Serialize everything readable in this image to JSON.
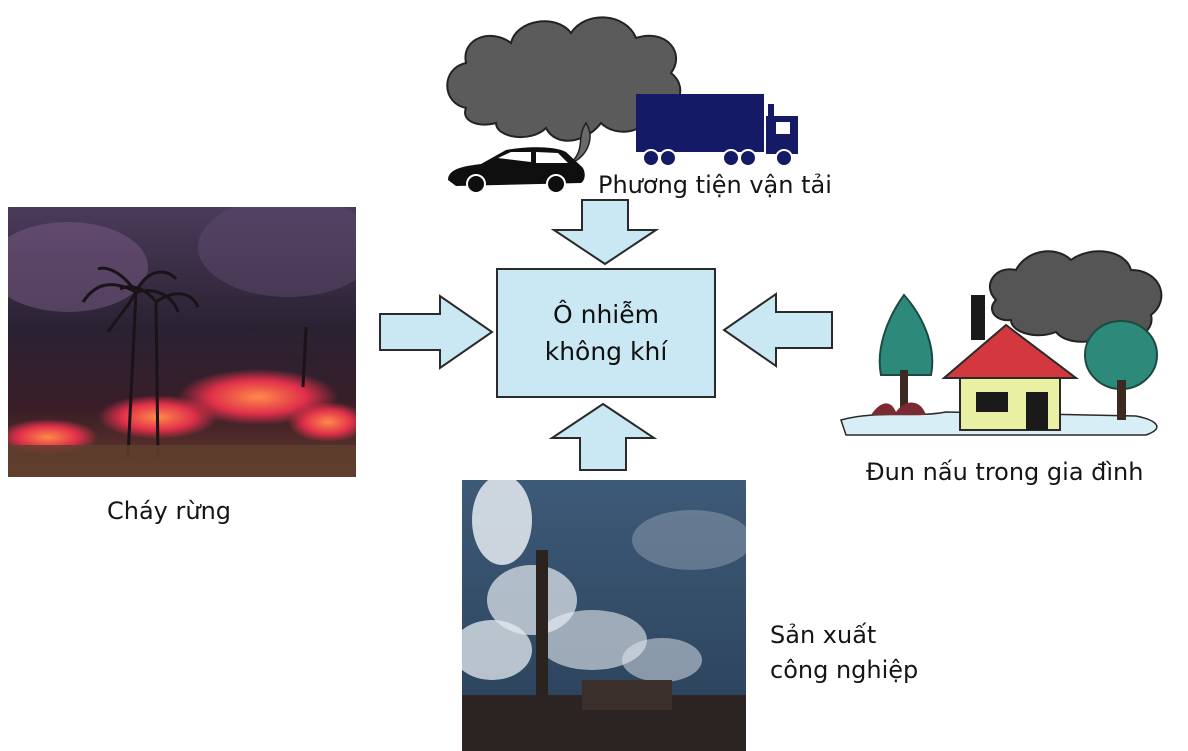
{
  "center": {
    "line1": "Ô nhiễm",
    "line2": "không khí"
  },
  "sources": {
    "transport": {
      "label": "Phương tiện vận tải"
    },
    "forest_fire": {
      "label": "Cháy rừng"
    },
    "household": {
      "label": "Đun nấu trong gia đình"
    },
    "industry": {
      "line1": "Sản xuất",
      "line2": "công nghiệp"
    }
  },
  "colors": {
    "box_fill": "#c9e8f3",
    "arrow_fill": "#c9e8f3",
    "outline": "#2a2a2a",
    "smoke": "#555555",
    "truck": "#141a66",
    "house_wall": "#e9efa3",
    "roof": "#d4383f",
    "tree": "#2d8a7a"
  }
}
